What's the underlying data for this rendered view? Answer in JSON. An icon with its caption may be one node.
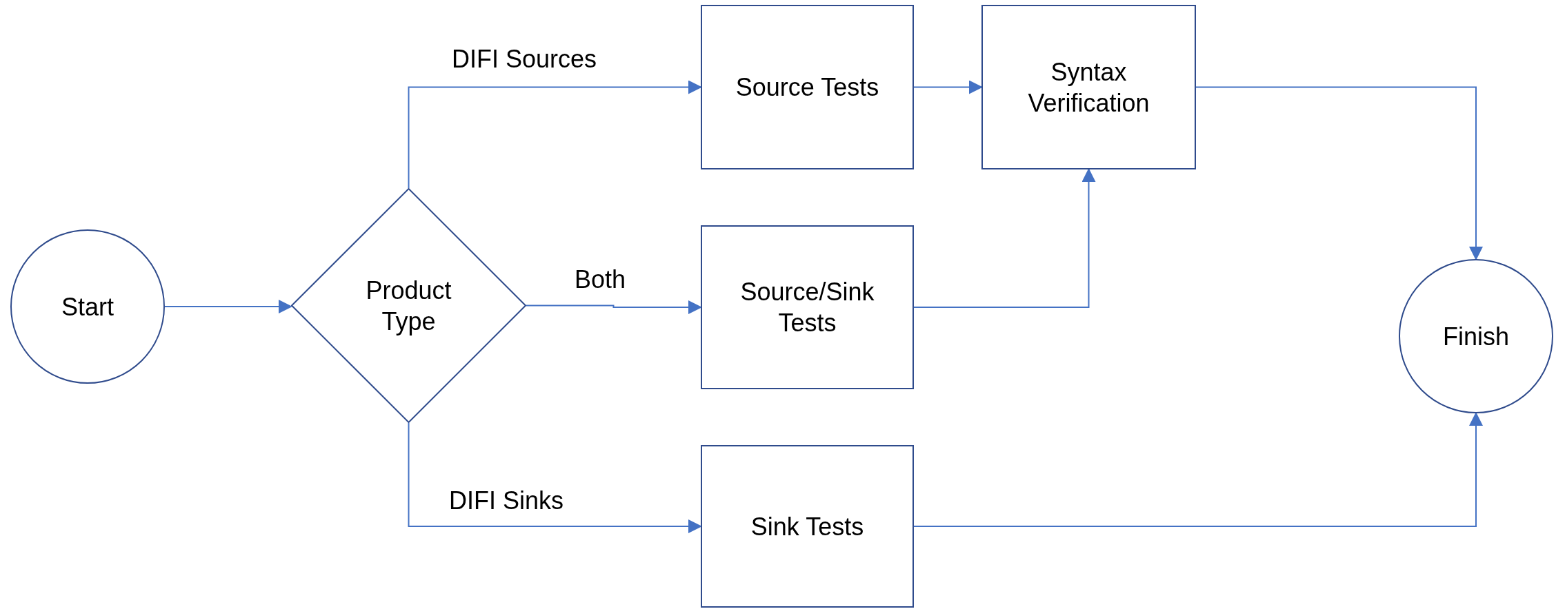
{
  "diagram": {
    "nodes": [
      {
        "text": [
          "Start"
        ]
      },
      {
        "text": [
          "Product Type"
        ]
      },
      {
        "text": [
          "Source Tests"
        ]
      },
      {
        "text": [
          "Syntax Verification"
        ]
      },
      {
        "text": [
          "Source/Sink Tests"
        ]
      },
      {
        "text": [
          "Sink Tests"
        ]
      },
      {
        "text": [
          "Finish"
        ]
      }
    ],
    "edges": [
      {
        "from": 0,
        "to": 1,
        "arrow": "to"
      },
      {
        "from": 1,
        "to": 2,
        "arrow": "to",
        "label": "DIFI Sources"
      },
      {
        "from": 1,
        "to": 4,
        "arrow": "to",
        "label": "Both"
      },
      {
        "from": 1,
        "to": 5,
        "arrow": "to",
        "label": "DIFI Sinks"
      },
      {
        "from": 2,
        "to": 3,
        "arrow": "to"
      },
      {
        "from": 4,
        "to": 3,
        "arrow": "to"
      },
      {
        "from": 3,
        "to": 6,
        "arrow": "to"
      },
      {
        "from": 5,
        "to": 6,
        "arrow": "to"
      }
    ]
  }
}
